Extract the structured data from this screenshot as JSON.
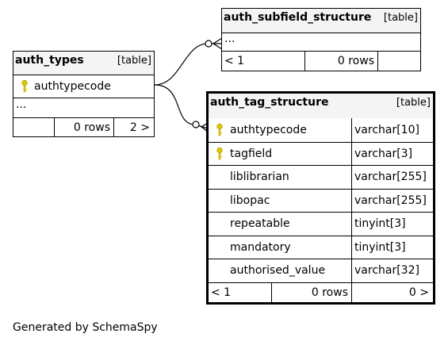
{
  "tables": {
    "auth_types": {
      "name": "auth_types",
      "kind": "[table]",
      "columns": [
        {
          "name": "authtypecode",
          "key": true
        }
      ],
      "ellipsis": "...",
      "footer": {
        "left": "",
        "rows": "0 rows",
        "right": "2 >"
      }
    },
    "auth_subfield_structure": {
      "name": "auth_subfield_structure",
      "kind": "[table]",
      "ellipsis": "...",
      "footer": {
        "left": "< 1",
        "rows": "0 rows",
        "right": ""
      }
    },
    "auth_tag_structure": {
      "name": "auth_tag_structure",
      "kind": "[table]",
      "columns": [
        {
          "name": "authtypecode",
          "type": "varchar[10]",
          "key": true
        },
        {
          "name": "tagfield",
          "type": "varchar[3]",
          "key": true
        },
        {
          "name": "liblibrarian",
          "type": "varchar[255]",
          "key": false
        },
        {
          "name": "libopac",
          "type": "varchar[255]",
          "key": false
        },
        {
          "name": "repeatable",
          "type": "tinyint[3]",
          "key": false
        },
        {
          "name": "mandatory",
          "type": "tinyint[3]",
          "key": false
        },
        {
          "name": "authorised_value",
          "type": "varchar[32]",
          "key": false
        }
      ],
      "footer": {
        "left": "< 1",
        "rows": "0 rows",
        "right": "0 >"
      }
    }
  },
  "colors": {
    "key_icon": "#e0c800",
    "header_bg": "#f4f4f4"
  },
  "footer_text": "Generated by SchemaSpy"
}
